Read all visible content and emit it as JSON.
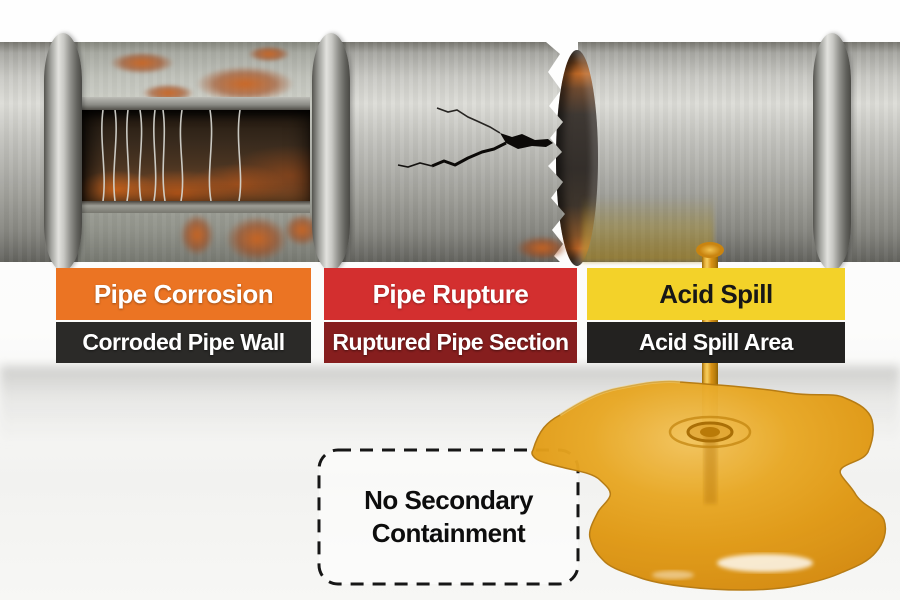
{
  "labels": {
    "corrosion": {
      "title": "Pipe Corrosion",
      "subtitle": "Corroded Pipe Wall",
      "title_bg": "#EB7423",
      "title_color": "#FFFFFF",
      "subtitle_bg": "#2B2A28",
      "subtitle_color": "#FFFFFF"
    },
    "rupture": {
      "title": "Pipe Rupture",
      "subtitle": "Ruptured Pipe Section",
      "title_bg": "#D32F2F",
      "title_color": "#FFFFFF",
      "subtitle_bg": "#861E1E",
      "subtitle_color": "#FFFFFF"
    },
    "spill": {
      "title": "Acid Spill",
      "subtitle": "Acid Spill Area",
      "title_bg": "#F3D229",
      "title_color": "#171717",
      "subtitle_bg": "#232220",
      "subtitle_color": "#FFFFFF"
    }
  },
  "callout": {
    "text": "No Secondary Containment",
    "border_color": "#161616",
    "text_color": "#0D0D0D"
  },
  "scene": {
    "pipe_color": "#A8A8A4",
    "rust_color": "#BE5E1E",
    "acid_color": "#E09914",
    "elements": [
      "corroded-pipe-cutaway",
      "exposed-corrosion-wires",
      "rupture-crack",
      "broken-pipe-gap",
      "acid-stream",
      "acid-pool"
    ]
  }
}
